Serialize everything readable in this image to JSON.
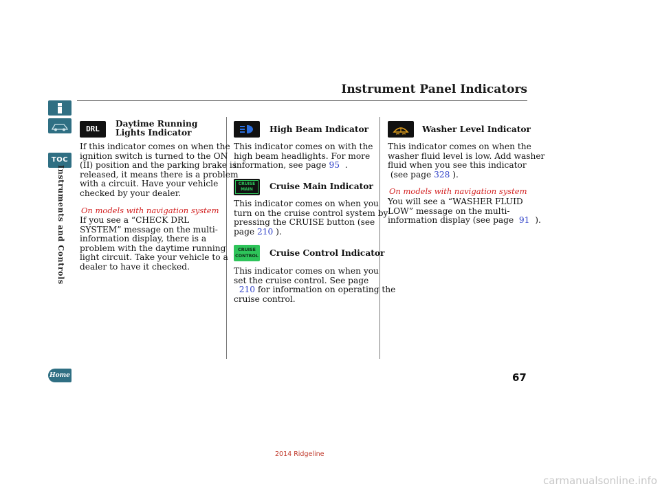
{
  "header": {
    "title": "Instrument Panel Indicators"
  },
  "nav": {
    "toc_label": "TOC",
    "side_label": "Instruments and Controls",
    "home_label": "Home"
  },
  "col1": {
    "icon_text": "DRL",
    "title_line1": "Daytime Running",
    "title_line2": "Lights Indicator",
    "p1": [
      "If this indicator comes on when the",
      "ignition switch is turned to the ON",
      "(II) position and the parking brake is",
      "released, it means there is a problem",
      "with a circuit. Have your vehicle",
      "checked by your dealer."
    ],
    "note": "On models with navigation system",
    "p2": [
      "If you see a “CHECK DRL",
      "SYSTEM” message on the multi-",
      "information display, there is a",
      "problem with the daytime running",
      "light circuit. Take your vehicle to a",
      "dealer to have it checked."
    ]
  },
  "col2": {
    "high_beam": {
      "title": "High Beam Indicator",
      "lines": [
        "This indicator comes on with the",
        "high beam headlights. For more",
        "information, see page"
      ],
      "page": "95",
      "after": "."
    },
    "cruise_main": {
      "icon_line1": "CRUISE",
      "icon_line2": "MAIN",
      "title": "Cruise Main Indicator",
      "lines": [
        "This indicator comes on when you",
        "turn on the cruise control system by",
        "pressing the CRUISE button (see"
      ],
      "last_prefix": "page",
      "page": "210",
      "after": ")."
    },
    "cruise_control": {
      "icon_line1": "CRUISE",
      "icon_line2": "CONTROL",
      "title": "Cruise Control Indicator",
      "lines": [
        "This indicator comes on when you",
        "set the cruise control. See page"
      ],
      "page": "210",
      "after": "for information on operating the",
      "last": "cruise control."
    }
  },
  "col3": {
    "title": "Washer Level Indicator",
    "lines": [
      "This indicator comes on when the",
      "washer fluid level is low. Add washer",
      "fluid when you see this indicator"
    ],
    "see_prefix": "(see page",
    "page1": "328",
    "after1": ").",
    "note": "On models with navigation system",
    "p2": [
      "You will see a “WASHER FLUID",
      "LOW” message on the multi-"
    ],
    "p2_last_prefix": "information display (see page",
    "page2": "91",
    "after2": ")."
  },
  "page_number": "67",
  "footer": "2014 Ridgeline",
  "watermark": "carmanualsonline.info",
  "colors": {
    "nav": "#2f6f83",
    "note_red": "#d21e1e",
    "link_blue": "#2c3ec7",
    "indicator_green": "#2ec45a",
    "indicator_blue": "#2b6fe0",
    "indicator_amber": "#e6a21c"
  }
}
